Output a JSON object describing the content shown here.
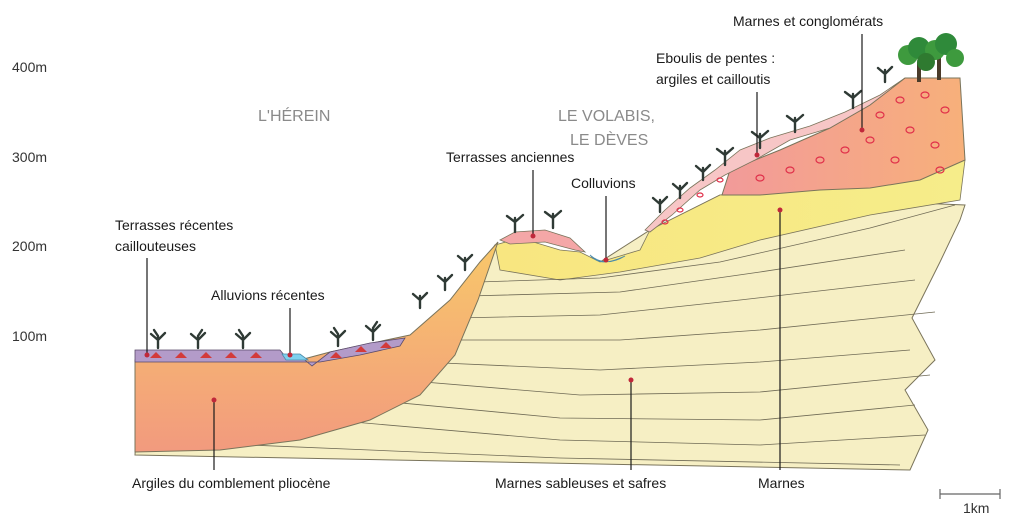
{
  "altitude_ticks": [
    "400m",
    "300m",
    "200m",
    "100m"
  ],
  "regions": {
    "herein": "L'HÉREIN",
    "volabis_line1": "LE VOLABIS,",
    "volabis_line2": "LE DÈVES"
  },
  "labels": {
    "marnes_conglomerats": "Marnes et conglomérats",
    "eboulis_line1": "Eboulis de pentes :",
    "eboulis_line2": "argiles et cailloutis",
    "terrasses_anciennes": "Terrasses anciennes",
    "colluvions": "Colluvions",
    "terrasses_recentes_line1": "Terrasses récentes",
    "terrasses_recentes_line2": "caillouteuses",
    "alluvions_recentes": "Alluvions récentes",
    "argiles_pliocene": "Argiles du comblement pliocène",
    "marnes_sableuses": "Marnes sableuses et safres",
    "marnes": "Marnes"
  },
  "scale_bar": {
    "label": "1km"
  },
  "colors": {
    "marnes_yellow": "#f8ec7c",
    "marnes_sableuses": "#f6efc4",
    "argiles_orange": "#f3a35e",
    "conglomerats_pink": "#ef8a8a",
    "eboulis_pink": "#f7c6c6",
    "alluvions_blue": "#7fd0ee",
    "terrasses_purple": "#b39bc9",
    "tree_dark": "#2f3a35",
    "foliage_green": "#3e9a3e"
  }
}
